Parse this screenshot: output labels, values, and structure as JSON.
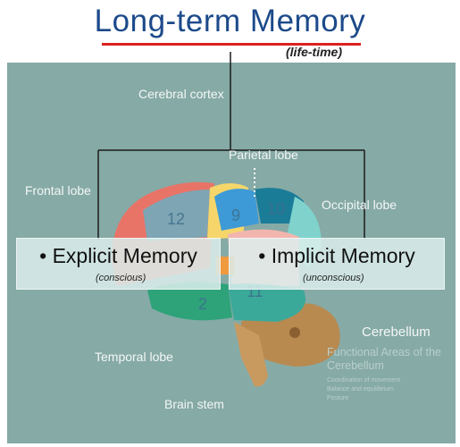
{
  "title": "Long-term Memory",
  "subtitle": "(life-time)",
  "labels": {
    "cerebral_cortex": "Cerebral cortex",
    "parietal_lobe": "Parietal lobe",
    "frontal_lobe": "Frontal lobe",
    "occipital_lobe": "Occipital lobe",
    "cerebellum": "Cerebellum",
    "temporal_lobe": "Temporal lobe",
    "brain_stem": "Brain stem",
    "functional_areas": "Functional Areas of the Cerebellum",
    "coordination": "Coordination of movement",
    "balance": "Balance and equilibrium",
    "posture": "Posture"
  },
  "area_numbers": {
    "n12": "12",
    "n9": "9",
    "n10": "10",
    "n2": "2",
    "n11": "11"
  },
  "explicit": {
    "label": "• Explicit Memory",
    "sub": "(conscious)"
  },
  "implicit": {
    "label": "• Implicit Memory",
    "sub": "(unconscious)"
  },
  "colors": {
    "title": "#1c4a8a",
    "underline": "#d9231f",
    "background": "#86aaa6"
  }
}
